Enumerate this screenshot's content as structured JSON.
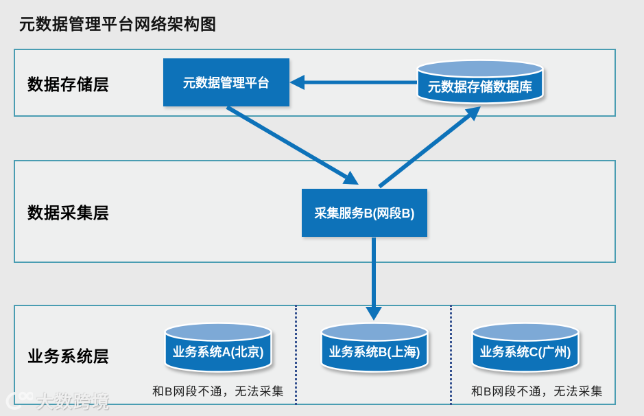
{
  "title": "元数据管理平台网络架构图",
  "colors": {
    "accent_blue": "#0d72b9",
    "cylinder_top_blue": "#7da9d6",
    "layer_border_teal": "#4a9db2",
    "layer_fill": "#eeefef",
    "page_background": "#e9e9e9",
    "divider_navy": "#33508f",
    "node_text_white": "#ffffff",
    "label_black": "#000000"
  },
  "layers": [
    {
      "label": "数据存储层"
    },
    {
      "label": "数据采集层"
    },
    {
      "label": "业务系统层"
    }
  ],
  "nodes": {
    "management_platform": "元数据管理平台",
    "storage_database": "元数据存储数据库",
    "collection_service": "采集服务B(网段B)",
    "business_a": "业务系统A(北京)",
    "business_b": "业务系统B(上海)",
    "business_c": "业务系统C(广州)"
  },
  "annotations": {
    "note_a": "和B网段不通，无法采集",
    "note_c": "和B网段不通，无法采集"
  },
  "watermark": {
    "text": "大数跨境"
  }
}
